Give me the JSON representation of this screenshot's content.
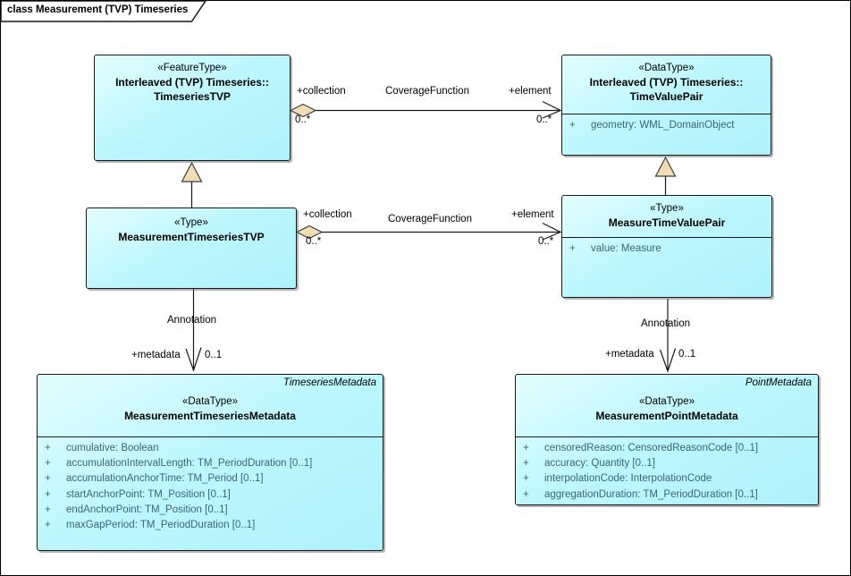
{
  "frame": {
    "title": "class Measurement (TVP) Timeseries"
  },
  "colors": {
    "box_fill": "#bdf7fe",
    "box_border": "#1a1a1a",
    "attribute_text": "#3e6374",
    "diamond_fill": "#f2dcb4",
    "triangle_fill": "#f2dcb4",
    "line": "#1a1a1a",
    "background": "#ffffff"
  },
  "symbols": {
    "visibility": "+"
  },
  "classes": {
    "tsTVP": {
      "stereotype": "«FeatureType»",
      "name_line1": "Interleaved (TVP) Timeseries::",
      "name_line2": "TimeseriesTVP"
    },
    "tvp": {
      "stereotype": "«DataType»",
      "name_line1": "Interleaved (TVP) Timeseries::",
      "name_line2": "TimeValuePair",
      "attributes": [
        "geometry: WML_DomainObject"
      ]
    },
    "mtsTVP": {
      "stereotype": "«Type»",
      "name": "MeasurementTimeseriesTVP"
    },
    "mtvp": {
      "stereotype": "«Type»",
      "name": "MeasureTimeValuePair",
      "attributes": [
        "value: Measure"
      ]
    },
    "mtsMeta": {
      "corner_label": "TimeseriesMetadata",
      "stereotype": "«DataType»",
      "name": "MeasurementTimeseriesMetadata",
      "attributes": [
        "cumulative: Boolean",
        "accumulationIntervalLength: TM_PeriodDuration [0..1]",
        "accumulationAnchorTime: TM_Period [0..1]",
        "startAnchorPoint: TM_Position [0..1]",
        "endAnchorPoint: TM_Position [0..1]",
        "maxGapPeriod: TM_PeriodDuration [0..1]"
      ]
    },
    "mpMeta": {
      "corner_label": "PointMetadata",
      "stereotype": "«DataType»",
      "name": "MeasurementPointMetadata",
      "attributes": [
        "censoredReason: CensoredReasonCode [0..1]",
        "accuracy: Quantity [0..1]",
        "interpolationCode: InterpolationCode",
        "aggregationDuration: TM_PeriodDuration [0..1]"
      ]
    }
  },
  "connectors": {
    "coverage_top": {
      "name": "CoverageFunction",
      "source_role": "+collection",
      "source_mult": "0..*",
      "target_role": "+element",
      "target_mult": "0..*"
    },
    "coverage_mid": {
      "name": "CoverageFunction",
      "source_role": "+collection",
      "source_mult": "0..*",
      "target_role": "+element",
      "target_mult": "0..*"
    },
    "annotation_left": {
      "name": "Annotation",
      "target_role": "+metadata",
      "target_mult": "0..1"
    },
    "annotation_right": {
      "name": "Annotation",
      "target_role": "+metadata",
      "target_mult": "0..1"
    }
  }
}
